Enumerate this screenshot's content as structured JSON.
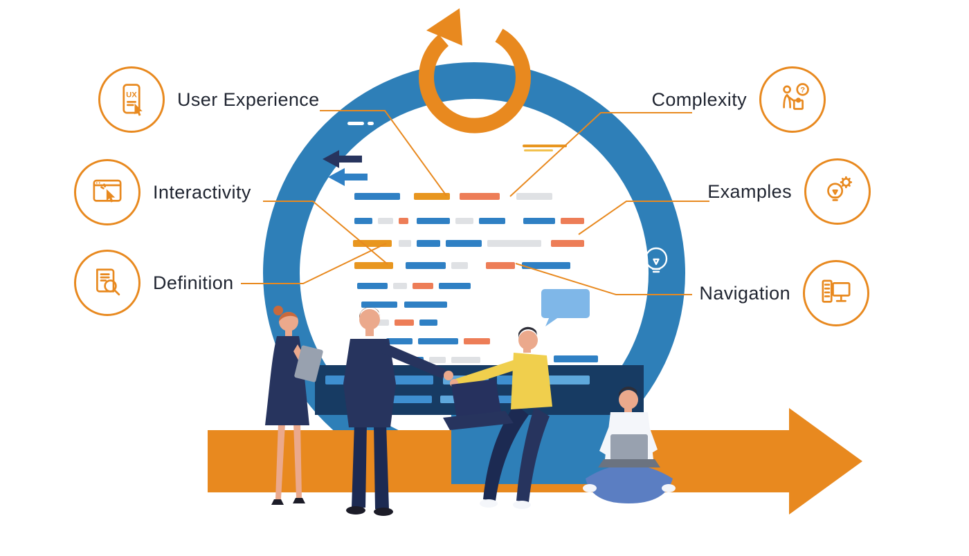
{
  "callouts": [
    {
      "id": "user-experience",
      "label": "User Experience"
    },
    {
      "id": "interactivity",
      "label": "Interactivity"
    },
    {
      "id": "definition",
      "label": "Definition"
    },
    {
      "id": "complexity",
      "label": "Complexity"
    },
    {
      "id": "examples",
      "label": "Examples"
    },
    {
      "id": "navigation",
      "label": "Navigation"
    }
  ],
  "icons": {
    "ux_phone_text": "UX",
    "complexity_question_mark": "?"
  },
  "colors": {
    "accent_orange": "#E8891F",
    "ring_blue": "#2E7FB8",
    "bar_blue": "#2F80C4",
    "bar_salmon": "#ED7D57",
    "bar_orange": "#E8961F",
    "bar_gray": "#DFE1E4",
    "band_navy": "#173B63",
    "suit_navy": "#27345E",
    "speech_bubble_blue": "#7FB7E8",
    "shirt_yellow": "#F0CF4D",
    "jeans_blue": "#5B7EC2"
  }
}
